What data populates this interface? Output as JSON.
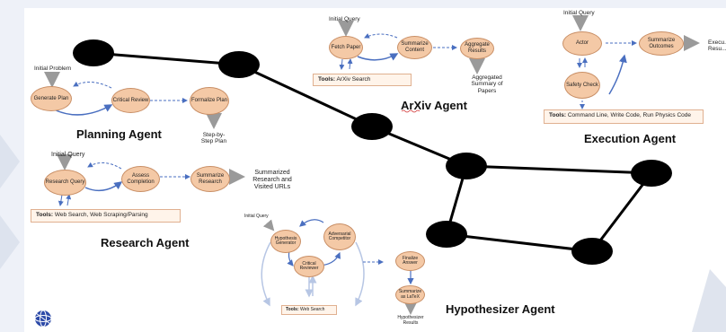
{
  "agents": {
    "planning": {
      "title": "Planning Agent",
      "input": "Initial Problem",
      "nodes": [
        "Generate Plan",
        "Critical Review",
        "Formalize Plan"
      ],
      "output": "Step-by-Step Plan"
    },
    "research": {
      "title": "Research Agent",
      "input": "Initial Query",
      "nodes": [
        "Research Query",
        "Assess Completion",
        "Summarize Research"
      ],
      "output": "Summarized Research and Visited URLs",
      "tools_label": "Tools:",
      "tools_text": "Web Search, Web Scraping/Parsing"
    },
    "arxiv": {
      "title": "ArXiv Agent",
      "input": "Initial Query",
      "nodes": [
        "Fetch Paper",
        "Summarize Content",
        "Aggregate Results"
      ],
      "output": "Aggregated Summary of Papers",
      "tools_label": "Tools:",
      "tools_text": "ArXiv Search"
    },
    "execution": {
      "title": "Execution Agent",
      "input": "Initial Query",
      "nodes": [
        "Actor",
        "Safety Check",
        "Summarize Outcomes"
      ],
      "output": "Execu... Resu...",
      "tools_label": "Tools:",
      "tools_text": "Command Line, Write Code, Run Physics Code"
    },
    "hypothesizer": {
      "title": "Hypothesizer Agent",
      "input": "Initial Query",
      "nodes": [
        "Hypothesis Generator",
        "Adversarial Competitor",
        "Critical Reviewer",
        "Finalize Answer",
        "Summarize as LaTeX"
      ],
      "output": "Hypothesizer Results",
      "tools_label": "Tools:",
      "tools_text": "Web Search"
    }
  },
  "colors": {
    "node_fill": "#f4c9a6",
    "node_border": "#c98f66",
    "arrow_blue": "#4a6fc0",
    "arrow_gray": "#999999",
    "network": "#000000"
  },
  "icons": [
    "globe-logo-icon"
  ]
}
